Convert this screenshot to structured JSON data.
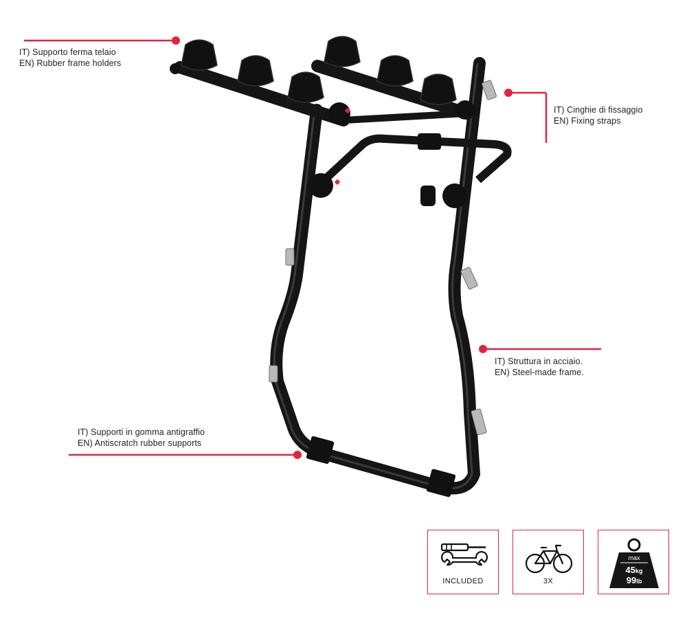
{
  "callouts": {
    "frame_holders": {
      "it": "IT) Supporto ferma telaio",
      "en": "EN) Rubber frame holders"
    },
    "fixing_straps": {
      "it": "IT) Cinghie di fissaggio",
      "en": "EN) Fixing straps"
    },
    "steel_frame": {
      "it": "IT) Struttura in acciaio.",
      "en": "EN) Steel-made frame."
    },
    "rubber_supports": {
      "it": "IT) Supporti in gomma antigraffio",
      "en": "EN) Antiscratch rubber supports"
    }
  },
  "badges": {
    "tools": {
      "label": "INCLUDED",
      "icon": "tools-icon"
    },
    "bikes": {
      "label": "3X",
      "icon": "bicycle-icon"
    },
    "weight": {
      "icon": "weight-icon",
      "max": "max",
      "kg": "45",
      "kg_unit": "kg",
      "lb": "99",
      "lb_unit": "lb"
    }
  },
  "colors": {
    "accent": "#e0253c",
    "frame": "#141414"
  }
}
